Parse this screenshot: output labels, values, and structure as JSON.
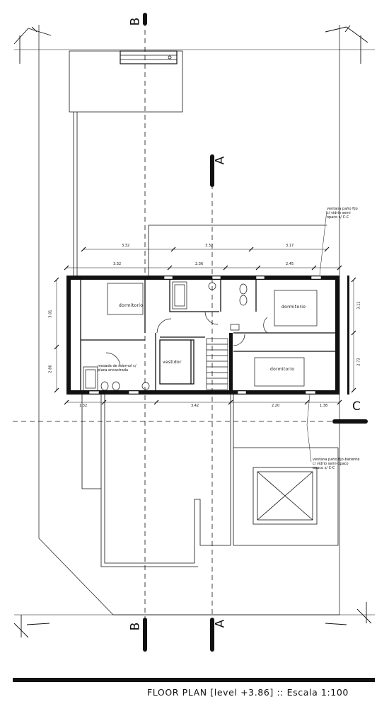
{
  "title": {
    "main": "FLOOR PLAN [level +3.86]",
    "separator": "::",
    "scale": "Escala 1:100"
  },
  "sections": {
    "b_top": "B",
    "a_top": "A",
    "c_right": "C",
    "b_bottom": "B",
    "a_bottom": "A"
  },
  "rooms": {
    "bedroom_1": "dormitorio",
    "bedroom_2": "dormitorio",
    "bedroom_3": "dormitorio",
    "closet": "vestidor",
    "vanity_note": "mesada de mármol c/ placa encastrada"
  },
  "notes": {
    "window_top": [
      "ventana paño fijo",
      "c/ vidrio semi",
      "opaco s/ C-C"
    ],
    "window_bottom": [
      "ventana paño fijo-batiente",
      "c/ vidrio semi-opaco",
      "opaco s/ C-C"
    ]
  },
  "dims": {
    "top_1": "3.32",
    "top_2": "3.32",
    "top_3": "3.17",
    "top_4": "3.32",
    "top_5": "2.36",
    "top_6": "2.45",
    "bot_1": "1.32",
    "bot_2": "3.42",
    "bot_3": "2.20",
    "bot_4": "1.38",
    "left_1": "3.01",
    "left_2": "2.86",
    "right_1": "3.12",
    "right_2": "2.73"
  },
  "colors": {
    "line": "#111111",
    "background": "#ffffff"
  }
}
